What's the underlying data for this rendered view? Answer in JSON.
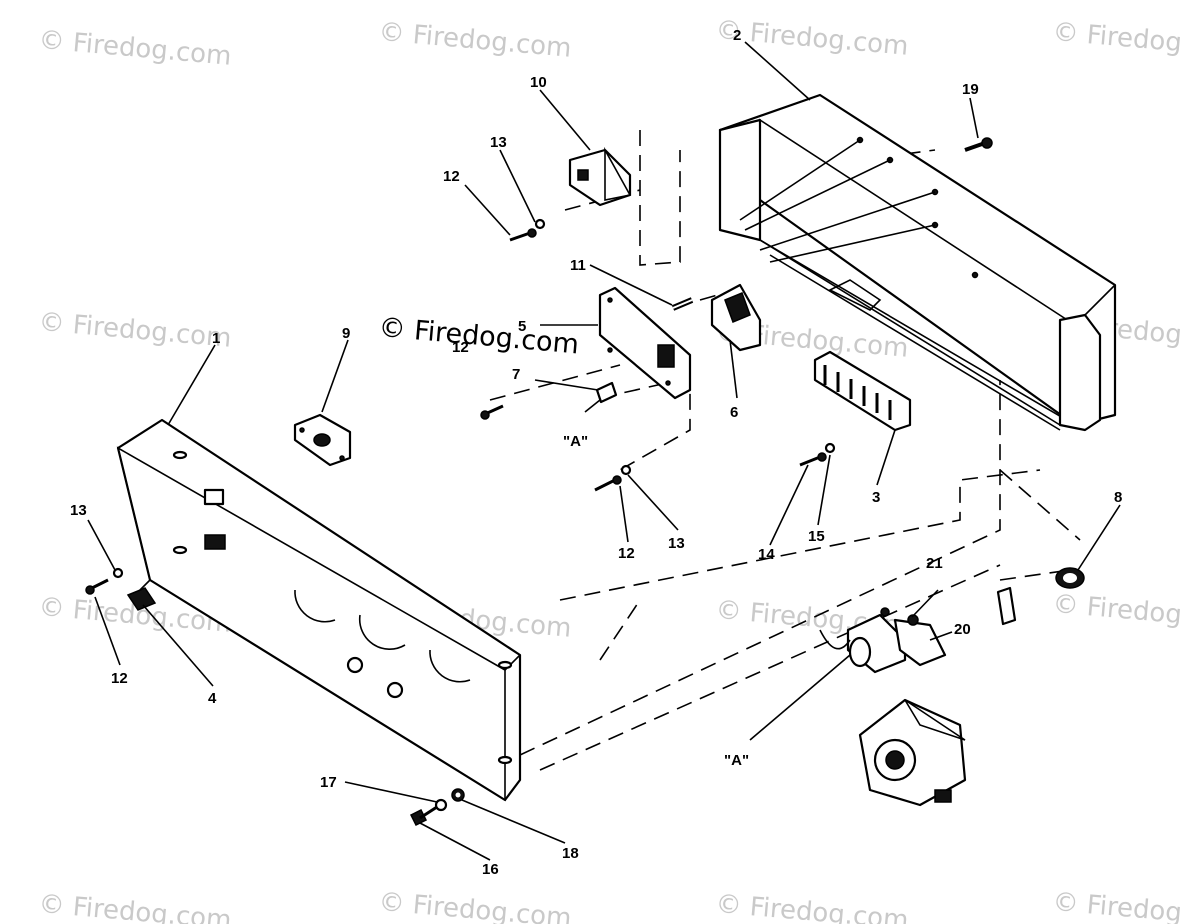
{
  "diagram": {
    "watermark_text": "© Firedog.com",
    "center_watermark_text": "© Firedog.com",
    "callouts": [
      {
        "id": "c1",
        "text": "1"
      },
      {
        "id": "c2",
        "text": "2"
      },
      {
        "id": "c3",
        "text": "3"
      },
      {
        "id": "c4",
        "text": "4"
      },
      {
        "id": "c5",
        "text": "5"
      },
      {
        "id": "c6",
        "text": "6"
      },
      {
        "id": "c7",
        "text": "7"
      },
      {
        "id": "c8",
        "text": "8"
      },
      {
        "id": "c9",
        "text": "9"
      },
      {
        "id": "c10",
        "text": "10"
      },
      {
        "id": "c11",
        "text": "11"
      },
      {
        "id": "c12a",
        "text": "12"
      },
      {
        "id": "c13a",
        "text": "13"
      },
      {
        "id": "c12b",
        "text": "12"
      },
      {
        "id": "c13b",
        "text": "13"
      },
      {
        "id": "c12c",
        "text": "12"
      },
      {
        "id": "c13c",
        "text": "13"
      },
      {
        "id": "c12d",
        "text": "12"
      },
      {
        "id": "c14",
        "text": "14"
      },
      {
        "id": "c15",
        "text": "15"
      },
      {
        "id": "c16",
        "text": "16"
      },
      {
        "id": "c17",
        "text": "17"
      },
      {
        "id": "c18",
        "text": "18"
      },
      {
        "id": "c19",
        "text": "19"
      },
      {
        "id": "c20",
        "text": "20"
      },
      {
        "id": "c21",
        "text": "21"
      },
      {
        "id": "cA1",
        "text": "\"A\""
      },
      {
        "id": "cA2",
        "text": "\"A\""
      }
    ]
  }
}
